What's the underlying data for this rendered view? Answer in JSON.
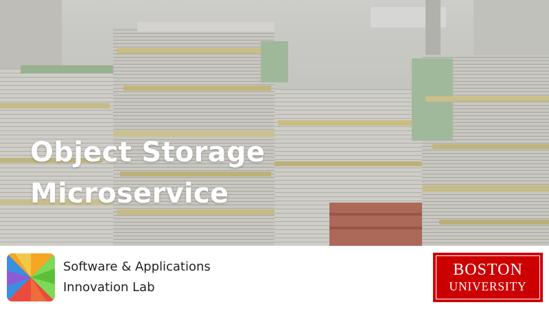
{
  "slide": {
    "title_lines": [
      "Object Storage",
      "Microservice"
    ]
  },
  "footer": {
    "lab_name_lines": [
      "Software & Applications",
      "Innovation Lab"
    ],
    "university_logo_lines": [
      "BOSTON",
      "UNIVERSITY"
    ]
  },
  "colors": {
    "title_text": "#ffffff",
    "bu_red": "#cc0000",
    "logo_red": "#e94b3c",
    "logo_orange": "#f5a623",
    "logo_green": "#7ed957",
    "logo_blue": "#3b8fe0",
    "logo_purple": "#8e5bd6"
  },
  "icons": {
    "lab_logo": "pinwheel-icon",
    "background": "paper-stacks-photo"
  }
}
